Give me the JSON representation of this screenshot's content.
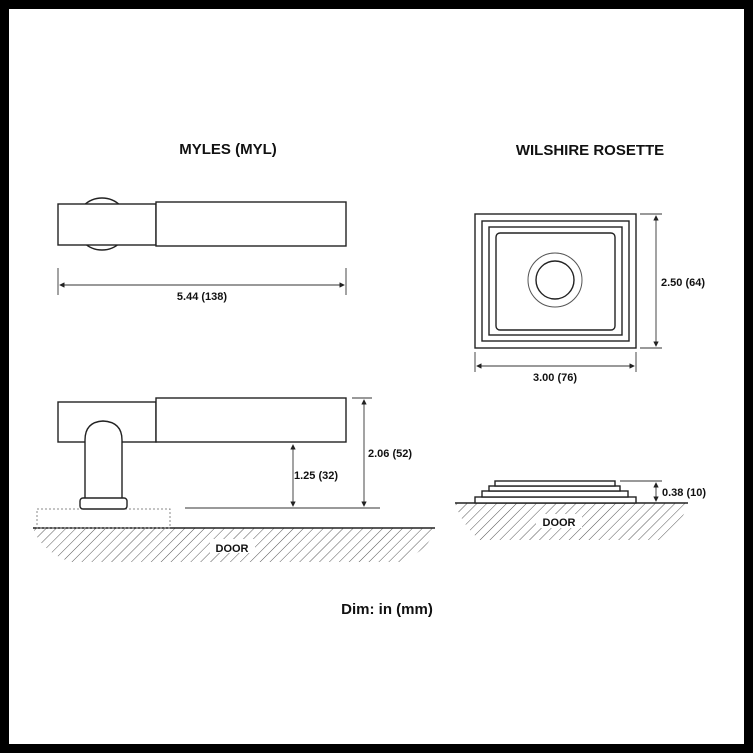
{
  "titles": {
    "myles": "MYLES (MYL)",
    "wilshire": "WILSHIRE ROSETTE"
  },
  "dimensions": {
    "myles_length": "5.44 (138)",
    "myles_clearance": "1.25 (32)",
    "myles_projection": "2.06 (52)",
    "rosette_height": "2.50 (64)",
    "rosette_width": "3.00 (76)",
    "rosette_thickness": "0.38 (10)"
  },
  "labels": {
    "door_left": "DOOR",
    "door_right": "DOOR",
    "units": "Dim: in (mm)"
  },
  "colors": {
    "frame": "#000000",
    "line": "#222222"
  }
}
